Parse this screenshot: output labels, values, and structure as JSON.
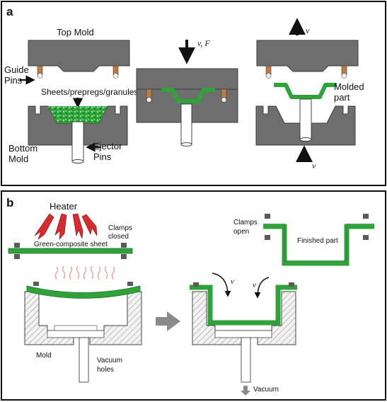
{
  "colors": {
    "mold": "#6e6e6e",
    "mold_dark": "#3c3c3c",
    "composite": "#2fa33a",
    "composite_dark": "#1d6e24",
    "granules": "#3bbf44",
    "pin": "#b97a4c",
    "heater": "#d92b2b",
    "hatch_mold": "#d8d8d8",
    "panel_border": "#111111",
    "arrow_gray": "#8a8a8a"
  },
  "panel_a": {
    "letter": "a",
    "top_mold_label": "Top Mold",
    "guide_pins_label_1": "Guide",
    "guide_pins_label_2": "Pins",
    "sheets_label": "Sheets/prepregs/granules",
    "bottom_mold_label_1": "Bottom",
    "bottom_mold_label_2": "Mold",
    "ejector_pins_label_1": "Ejector",
    "ejector_pins_label_2": "Pins",
    "press_arrow_label": "v, F",
    "open_arrow_label": "v",
    "eject_arrow_label": "v",
    "molded_part_label_1": "Molded",
    "molded_part_label_2": "part"
  },
  "panel_b": {
    "letter": "b",
    "heater_label": "Heater",
    "clamps_closed_label_1": "Clamps",
    "clamps_closed_label_2": "closed",
    "sheet_label": "Green-composite sheet",
    "clamps_open_label_1": "Clamps",
    "clamps_open_label_2": "open",
    "finished_part_label": "Finished part",
    "mold_label": "Mold",
    "vacuum_holes_label_1": "Vacuum",
    "vacuum_holes_label_2": "holes",
    "vacuum_label": "Vacuum",
    "flow_label_left": "v",
    "flow_label_right": "v"
  }
}
